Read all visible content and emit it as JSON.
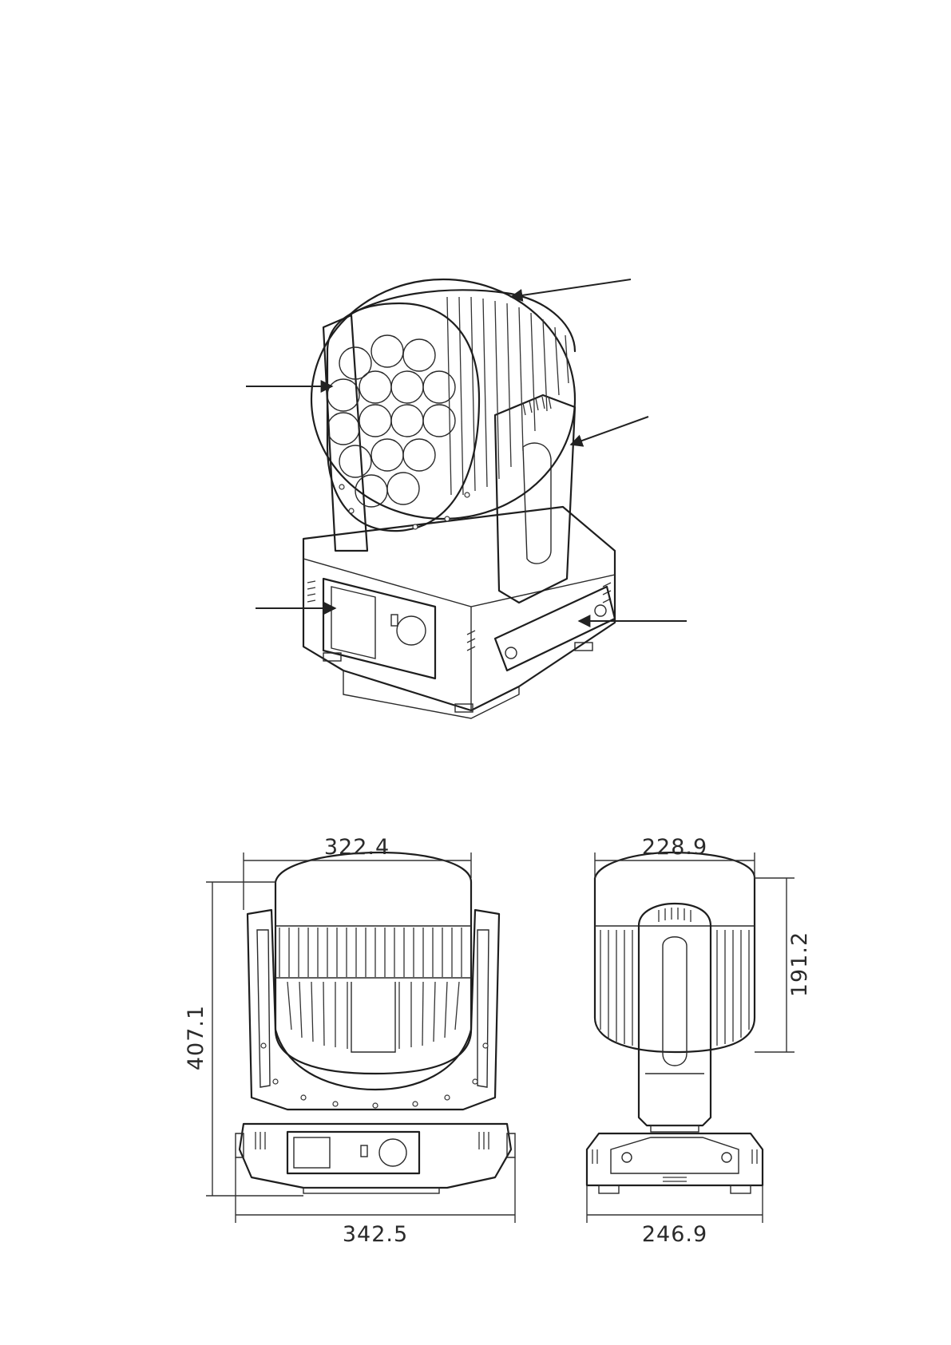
{
  "dimensions": {
    "front_width_top": "322.4",
    "front_height": "407.1",
    "front_width_base": "342.5",
    "side_width_top": "228.9",
    "side_head_height": "191.2",
    "side_width_base": "246.9"
  }
}
